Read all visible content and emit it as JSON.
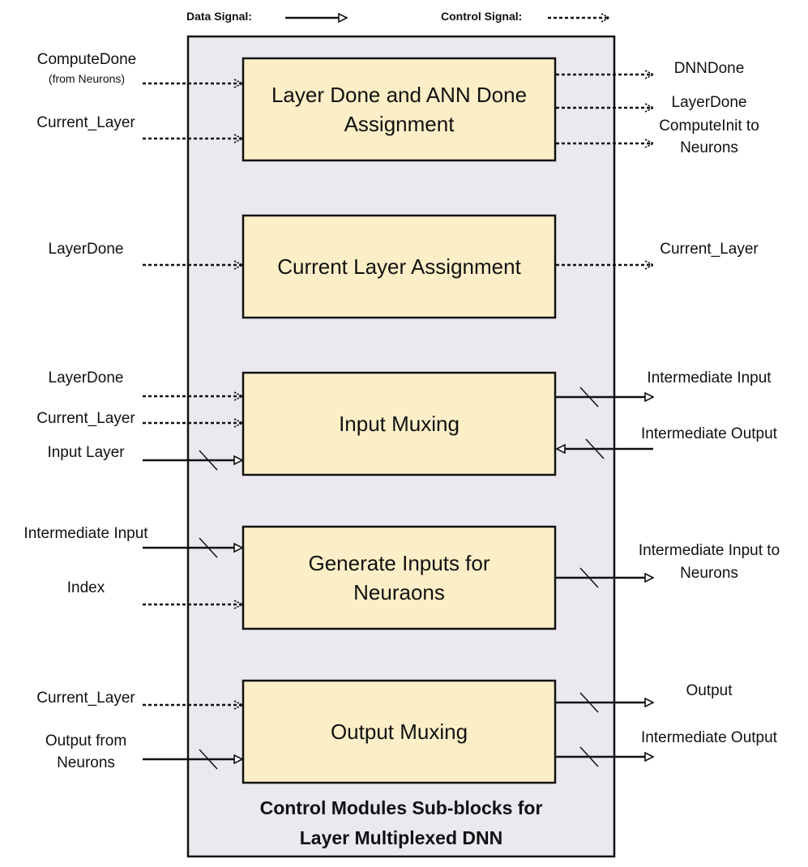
{
  "legend": {
    "data_signal_label": "Data Signal:",
    "control_signal_label": "Control Signal:"
  },
  "blocks": [
    {
      "title": "Layer Done and ANN Done Assignment"
    },
    {
      "title": "Current Layer Assignment"
    },
    {
      "title": "Input Muxing"
    },
    {
      "title": "Generate Inputs for Neuraons"
    },
    {
      "title": "Output Muxing"
    }
  ],
  "container": {
    "caption_line1": "Control Modules Sub-blocks for",
    "caption_line2": "Layer Multiplexed DNN"
  },
  "signals": {
    "b1_in_computedone": "ComputeDone",
    "b1_in_computedone_note": "(from Neurons)",
    "b1_in_current_layer": "Current_Layer",
    "b1_out_dnndone": "DNNDone",
    "b1_out_layerdone": "LayerDone",
    "b1_out_computeinit_l1": "ComputeInit to",
    "b1_out_computeinit_l2": "Neurons",
    "b2_in_layerdone": "LayerDone",
    "b2_out_current_layer": "Current_Layer",
    "b3_in_layerdone": "LayerDone",
    "b3_in_current_layer": "Current_Layer",
    "b3_in_input_layer": "Input Layer",
    "b3_out_intermediate_input": "Intermediate Input",
    "b3_in_intermediate_output": "Intermediate Output",
    "b4_in_intermediate_input": "Intermediate Input",
    "b4_in_index": "Index",
    "b4_out_l1": "Intermediate Input to",
    "b4_out_l2": "Neurons",
    "b5_in_current_layer": "Current_Layer",
    "b5_in_output_neurons_l1": "Output from",
    "b5_in_output_neurons_l2": "Neurons",
    "b5_out_output": "Output",
    "b5_out_intermediate_output": "Intermediate Output"
  },
  "colors": {
    "container_fill": "#ebe8f0",
    "block_fill": "#fcefc7",
    "stroke": "#111111"
  },
  "line_styles": {
    "data_signal": "solid arrow with bus slash",
    "control_signal": "dashed arrow"
  }
}
